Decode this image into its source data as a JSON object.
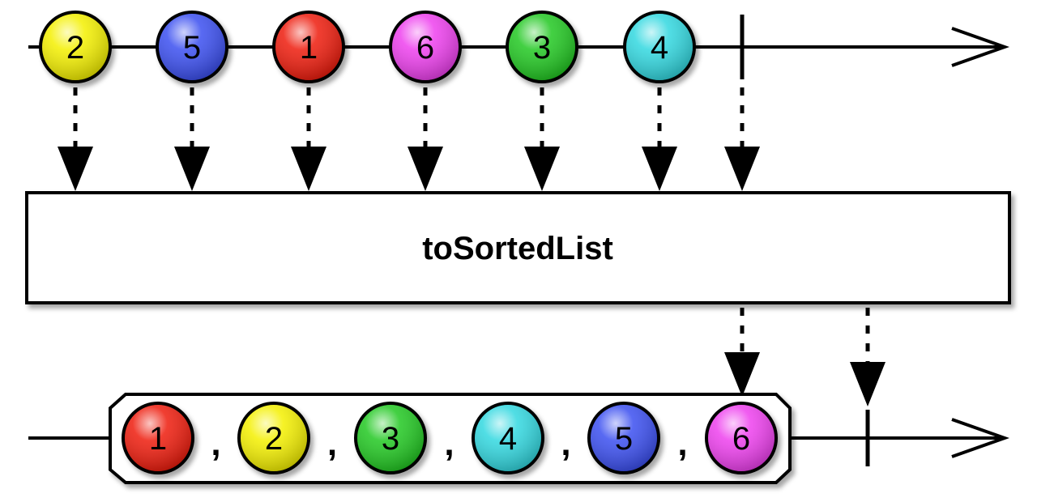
{
  "operator": {
    "label": "toSortedList"
  },
  "colors": {
    "yellow": "#f4f000",
    "blue": "#3a4ff0",
    "red": "#ee1c10",
    "magenta": "#ee40ee",
    "green": "#20c820",
    "cyan": "#30d8e0"
  },
  "input": {
    "marbles": [
      {
        "label": "2",
        "color": "yellow"
      },
      {
        "label": "5",
        "color": "blue"
      },
      {
        "label": "1",
        "color": "red"
      },
      {
        "label": "6",
        "color": "magenta"
      },
      {
        "label": "3",
        "color": "green"
      },
      {
        "label": "4",
        "color": "cyan"
      }
    ]
  },
  "output": {
    "marbles": [
      {
        "label": "1",
        "color": "red"
      },
      {
        "label": "2",
        "color": "yellow"
      },
      {
        "label": "3",
        "color": "green"
      },
      {
        "label": "4",
        "color": "cyan"
      },
      {
        "label": "5",
        "color": "blue"
      },
      {
        "label": "6",
        "color": "magenta"
      }
    ],
    "separator": ","
  }
}
